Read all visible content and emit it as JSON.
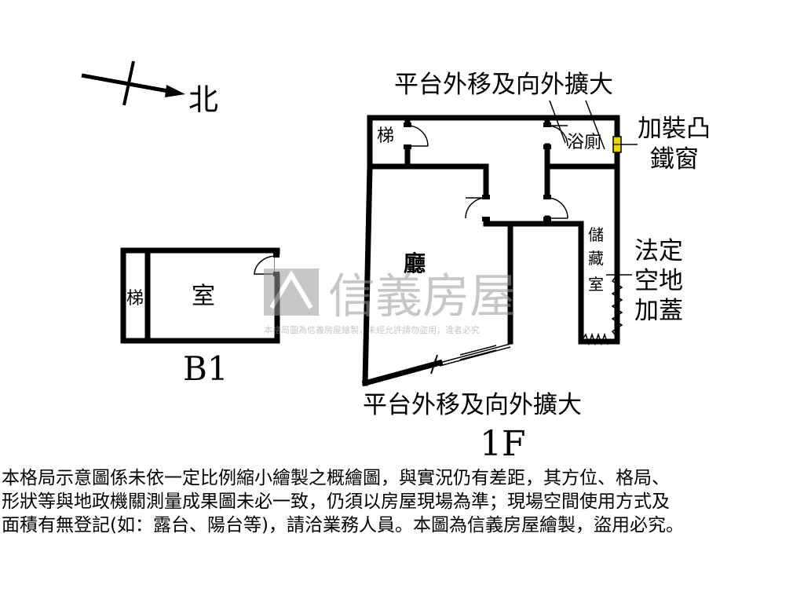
{
  "compass": {
    "label": "北"
  },
  "floors": {
    "basement": "B1",
    "ground": "1F"
  },
  "rooms": {
    "b1_stair": "梯",
    "b1_room": "室",
    "stair": "梯",
    "bathroom": "浴廁",
    "living": "廳",
    "storage": [
      "儲",
      "藏",
      "室"
    ]
  },
  "annotations": {
    "top_platform": "平台外移及向外擴大",
    "bottom_platform": "平台外移及向外擴大",
    "window": [
      "加裝凸",
      "鐵窗"
    ],
    "vacant": [
      "法定",
      "空地",
      "加蓋"
    ]
  },
  "watermark": {
    "brand": "信義房屋",
    "notice": "本格局圖為信義房屋繪製，未經允許請勿盜用，違者必究"
  },
  "colors": {
    "wall": "#000000",
    "window_mark": "#e8d800",
    "watermark": "#9a9a9a"
  },
  "disclaimer": [
    "本格局示意圖係未依一定比例縮小繪製之概繪圖，與實況仍有差距，其方位、格局、",
    "形狀等與地政機關測量成果圖未必一致，仍須以房屋現場為準；現場空間使用方式及",
    "面積有無登記(如：露台、陽台等)，請洽業務人員。本圖為信義房屋繪製，盜用必究。"
  ]
}
